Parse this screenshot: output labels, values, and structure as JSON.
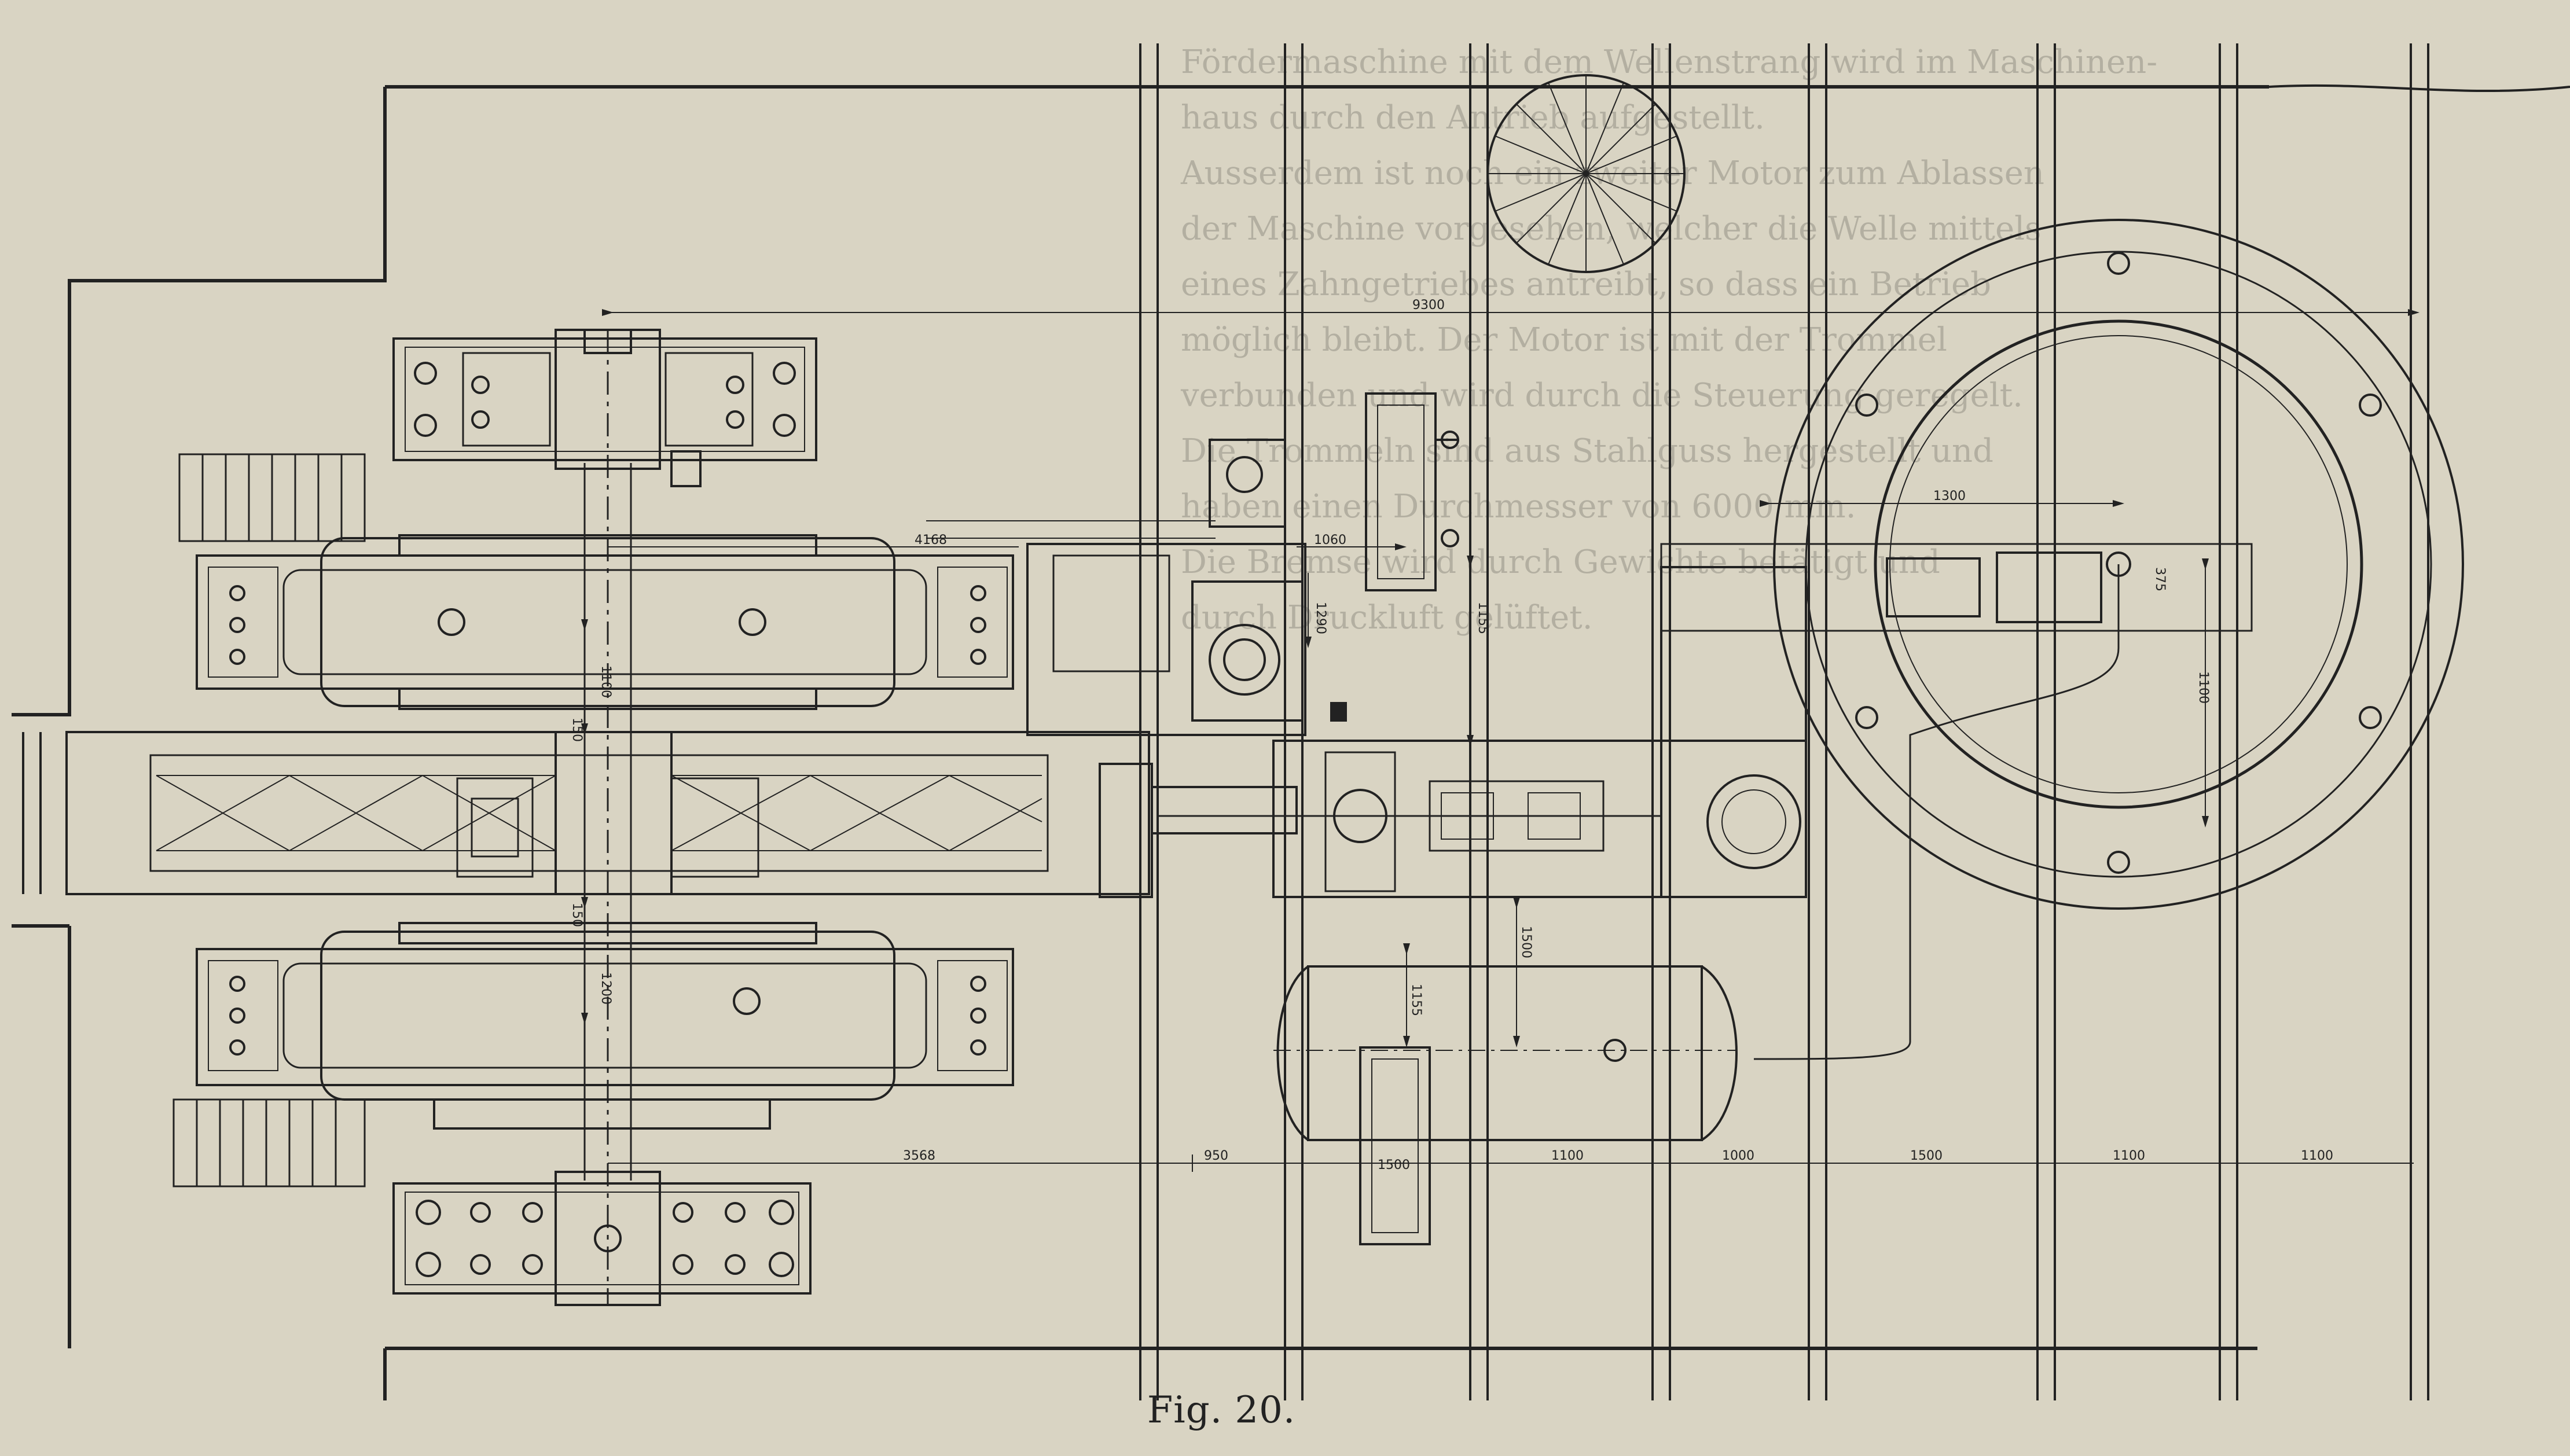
{
  "figure": {
    "caption": "Fig. 20.",
    "dimensions": {
      "overall_span": "9300",
      "upper_offset": "4168",
      "rope_pulley": "1060",
      "small_vertical": "1290",
      "drum_pitch": "1100",
      "half_gap_upper": "150",
      "half_gap_lower": "150",
      "drum_lower": "1200",
      "shaft_offset_upper": "1155",
      "shaft_offset_lower": "1155",
      "lower_height": "1500",
      "sheave": "1500",
      "bottom_left": "3568",
      "bottom_950": "950",
      "bottom_1100_a": "1100",
      "bottom_1000": "1000",
      "bottom_1500": "1500",
      "bottom_1100_b": "1100",
      "bottom_1100_c": "1100",
      "flywheel_radius": "1300",
      "flywheel_height": "1100",
      "flywheel_small": "375"
    },
    "background_lines": [
      "Fördermaschine mit dem Wellenstrang wird im Maschinen-",
      "haus durch den Antrieb aufgestellt.",
      "Ausserdem ist noch ein zweiter Motor zum Ablassen",
      "der Maschine vorgesehen, welcher die Welle mittels",
      "eines Zahngetriebes antreibt, so dass ein Betrieb",
      "möglich bleibt. Der Motor ist mit der Trommel",
      "verbunden und wird durch die Steuerung geregelt.",
      "Die Trommeln sind aus Stahlguss hergestellt und",
      "haben einen Durchmesser von 6000 mm.",
      "Die Bremse wird durch Gewichte betätigt und",
      "durch Druckluft gelüftet."
    ]
  }
}
